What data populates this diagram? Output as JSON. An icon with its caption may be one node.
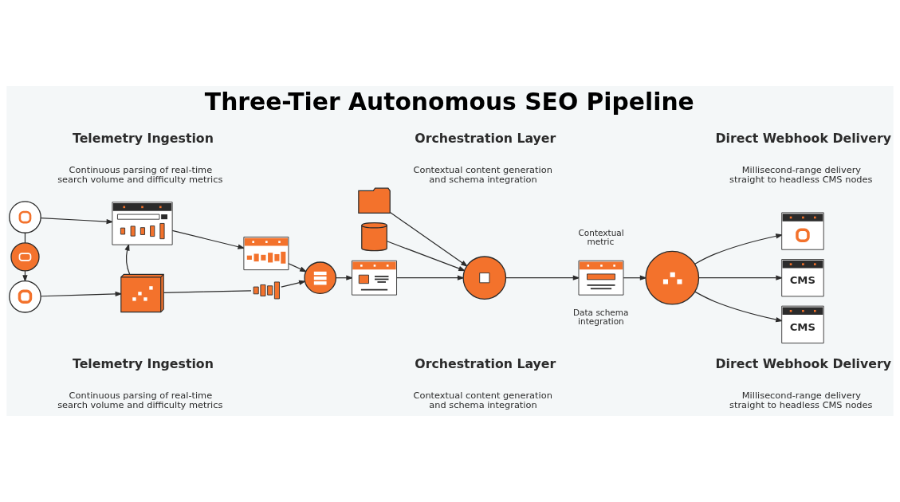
{
  "diagram": {
    "title": "Three-Tier Autonomous SEO Pipeline",
    "nodes": [
      {
        "text": [],
        "shape": "circle"
      },
      {
        "text": [],
        "shape": "box"
      },
      {
        "text": [],
        "shape": "box"
      },
      {
        "text": [],
        "shape": "circle"
      },
      {
        "text": [],
        "shape": "circle"
      },
      {
        "text": [],
        "shape": "box"
      },
      {
        "text": [],
        "shape": "circle"
      },
      {
        "text": [],
        "shape": "picture"
      },
      {
        "text": [],
        "shape": "box"
      },
      {
        "text": [],
        "shape": "folder"
      },
      {
        "text": [],
        "shape": "circle"
      },
      {
        "text": [],
        "shape": "cylinder"
      },
      {
        "text": [],
        "shape": "box"
      },
      {
        "text": [],
        "shape": "circle"
      },
      {
        "text": [],
        "shape": "box"
      },
      {
        "text": [
          "CMS"
        ]
      },
      {
        "text": [
          "CMS"
        ]
      }
    ],
    "edges": [
      {
        "from": 0,
        "to": 1,
        "arrow": "to"
      },
      {
        "from": 0,
        "to": 3,
        "arrow": "none"
      },
      {
        "from": 3,
        "to": 4,
        "arrow": "to"
      },
      {
        "from": 1,
        "to": 2,
        "arrow": "to"
      },
      {
        "from": 2,
        "to": 6,
        "arrow": "to"
      },
      {
        "from": 4,
        "to": 5,
        "arrow": "to"
      },
      {
        "from": 5,
        "to": 1,
        "arrow": "to"
      },
      {
        "from": 5,
        "to": 7,
        "arrow": "none"
      },
      {
        "from": 7,
        "to": 6,
        "arrow": "to"
      },
      {
        "from": 6,
        "to": 8,
        "arrow": "to"
      },
      {
        "from": 8,
        "to": 10,
        "arrow": "to"
      },
      {
        "from": 9,
        "to": 10,
        "arrow": "to"
      },
      {
        "from": 11,
        "to": 10,
        "arrow": "to"
      },
      {
        "from": 10,
        "to": 12,
        "arrow": "to"
      },
      {
        "from": 12,
        "to": 13,
        "arrow": "to"
      },
      {
        "from": 13,
        "to": 14,
        "arrow": "to"
      },
      {
        "from": 13,
        "to": 15,
        "arrow": "to"
      },
      {
        "from": 13,
        "to": 16,
        "arrow": "to"
      }
    ],
    "labels": [
      "Telemetry Ingestion",
      "Continuous parsing of real-time search volume and difficulty metrics",
      "Orchestration Layer",
      "Contextual content generation and schema integration",
      "Direct Webhook Delivery",
      "Millisecond-range delivery straight to headless CMS nodes",
      "Contextual metric",
      "Data schema integration",
      "Telemetry Ingestion",
      "Continuous parsing of real-time search volume and difficulty metrics",
      "Orchestration Layer",
      "Contextual content generation and schema integration",
      "Direct Webhook Delivery",
      "Millisecond-range delivery straight to headless CMS nodes"
    ]
  }
}
